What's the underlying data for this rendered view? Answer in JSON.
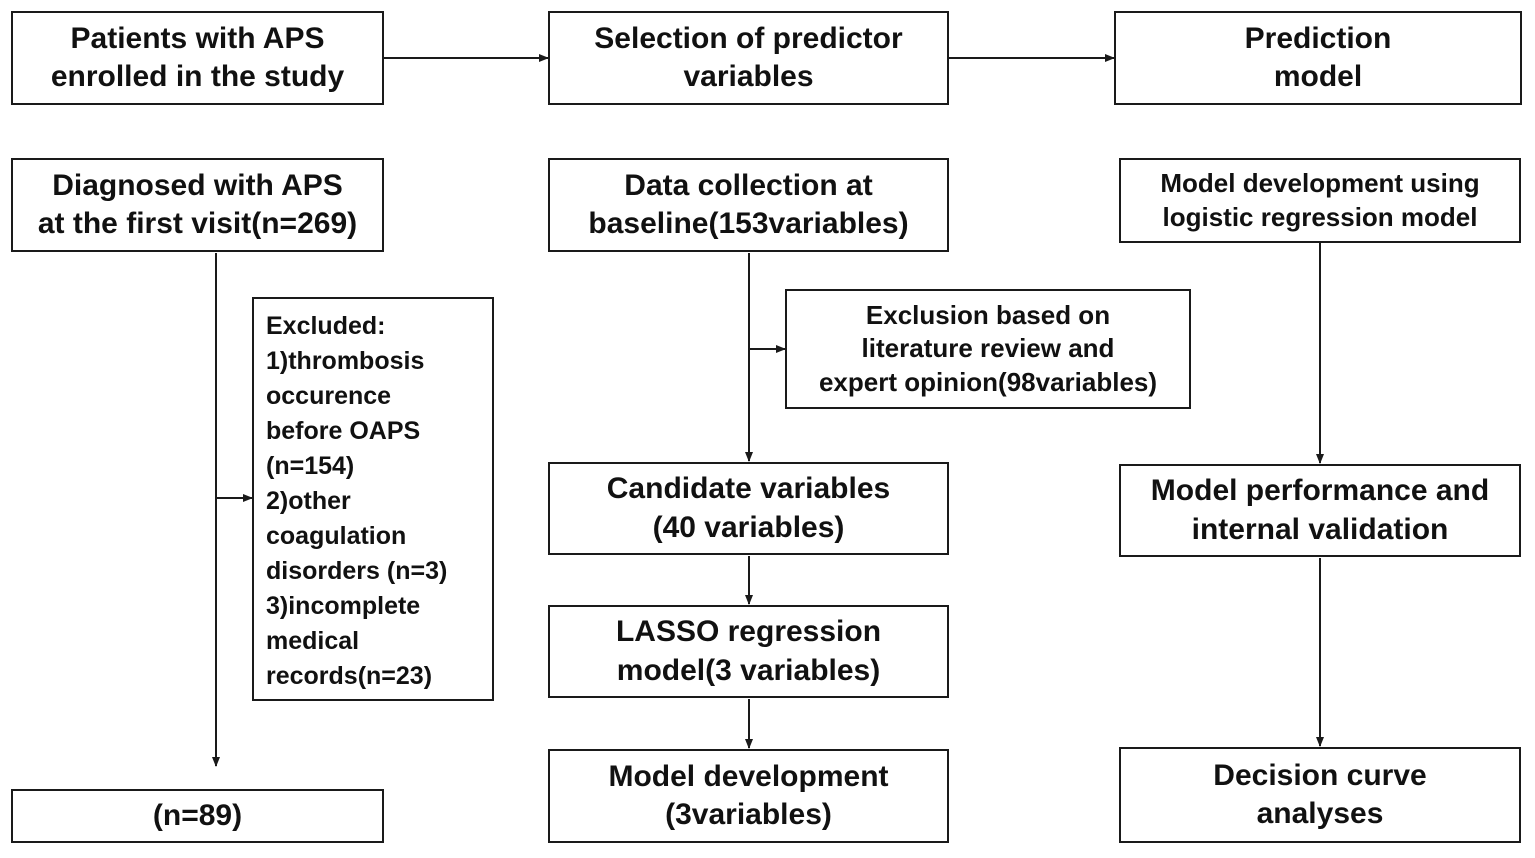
{
  "columns": {
    "left": {
      "header": [
        "Patients with APS",
        "enrolled in the study"
      ],
      "diagnosed": [
        "Diagnosed with APS",
        "at the first visit(n=269)"
      ],
      "excluded": [
        "Excluded:",
        "1)thrombosis",
        "occurence",
        "before OAPS",
        "(n=154)",
        "2)other",
        "coagulation",
        "disorders (n=3)",
        "3)incomplete",
        "medical",
        "records(n=23)"
      ],
      "final": [
        "(n=89)"
      ]
    },
    "middle": {
      "header": [
        "Selection of predictor",
        "variables"
      ],
      "collection": [
        "Data collection at",
        "baseline(153variables)"
      ],
      "exclusion": [
        "Exclusion based on",
        "literature review and",
        "expert opinion(98variables)"
      ],
      "candidate": [
        "Candidate variables",
        "(40 variables)"
      ],
      "lasso": [
        "LASSO regression",
        "model(3 variables)"
      ],
      "development": [
        "Model development",
        "(3variables)"
      ]
    },
    "right": {
      "header": [
        "Prediction",
        "model"
      ],
      "development": [
        "Model development using",
        "logistic regression model"
      ],
      "performance": [
        "Model performance and",
        "internal validation"
      ],
      "decision": [
        "Decision curve",
        "analyses"
      ]
    }
  }
}
